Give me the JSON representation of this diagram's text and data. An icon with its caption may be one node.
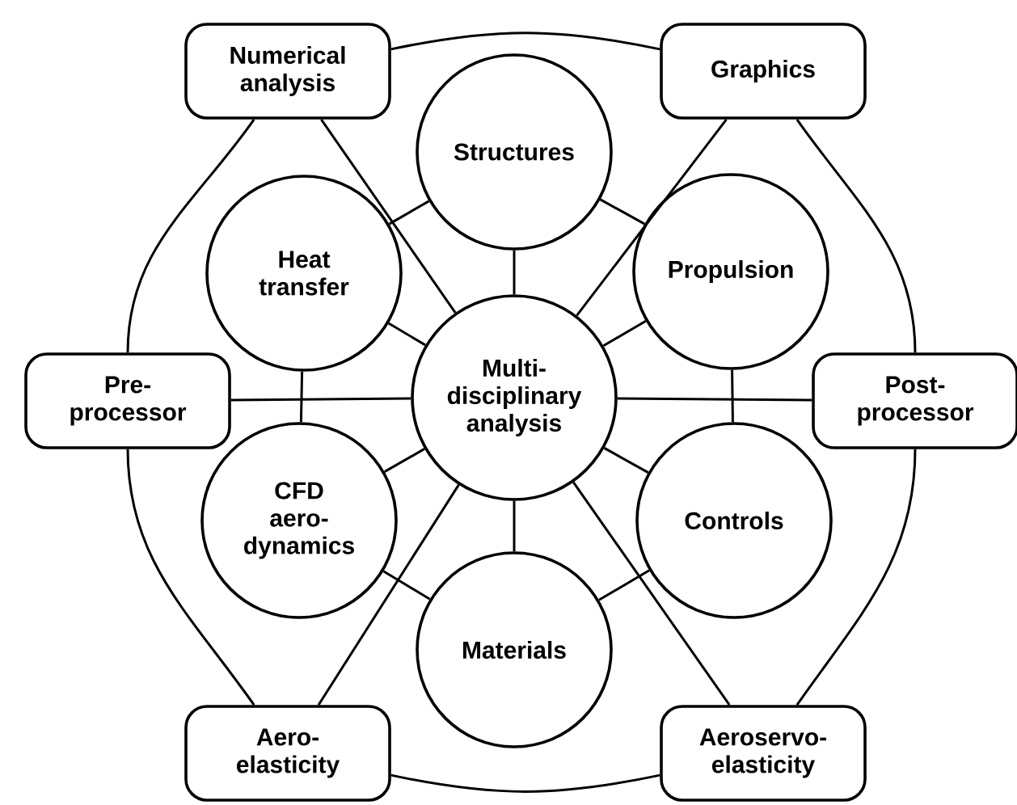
{
  "diagram": {
    "nodes": [
      {
        "text": [
          "Numerical analysis"
        ]
      },
      {
        "text": [
          "Graphics"
        ]
      },
      {
        "text": [
          "Structures"
        ]
      },
      {
        "text": [
          "Heat transfer"
        ]
      },
      {
        "text": [
          "Propulsion"
        ]
      },
      {
        "text": [
          "Pre-processor"
        ]
      },
      {
        "text": [
          "Multi-disciplinary analysis"
        ]
      },
      {
        "text": [
          "Post-processor"
        ]
      },
      {
        "text": [
          "CFD aero-dynamics"
        ]
      },
      {
        "text": [
          "Controls"
        ]
      },
      {
        "text": [
          "Materials"
        ]
      },
      {
        "text": [
          "Aero-elasticity"
        ]
      },
      {
        "text": [
          "Aeroservo-elasticity"
        ]
      }
    ],
    "edges": [
      {
        "from": 6,
        "to": 2,
        "arrow": "none"
      },
      {
        "from": 6,
        "to": 3,
        "arrow": "none"
      },
      {
        "from": 6,
        "to": 4,
        "arrow": "none"
      },
      {
        "from": 6,
        "to": 8,
        "arrow": "none"
      },
      {
        "from": 6,
        "to": 9,
        "arrow": "none"
      },
      {
        "from": 6,
        "to": 10,
        "arrow": "none"
      },
      {
        "from": 2,
        "to": 3,
        "arrow": "none"
      },
      {
        "from": 2,
        "to": 4,
        "arrow": "none"
      },
      {
        "from": 3,
        "to": 8,
        "arrow": "none"
      },
      {
        "from": 4,
        "to": 9,
        "arrow": "none"
      },
      {
        "from": 8,
        "to": 10,
        "arrow": "none"
      },
      {
        "from": 9,
        "to": 10,
        "arrow": "none"
      },
      {
        "from": 0,
        "to": 6,
        "arrow": "none"
      },
      {
        "from": 1,
        "to": 6,
        "arrow": "none"
      },
      {
        "from": 5,
        "to": 6,
        "arrow": "none"
      },
      {
        "from": 7,
        "to": 6,
        "arrow": "none"
      },
      {
        "from": 11,
        "to": 6,
        "arrow": "none"
      },
      {
        "from": 12,
        "to": 6,
        "arrow": "none"
      },
      {
        "from": 0,
        "to": 1,
        "arrow": "none"
      },
      {
        "from": 0,
        "to": 5,
        "arrow": "none"
      },
      {
        "from": 1,
        "to": 7,
        "arrow": "none"
      },
      {
        "from": 5,
        "to": 11,
        "arrow": "none"
      },
      {
        "from": 7,
        "to": 12,
        "arrow": "none"
      },
      {
        "from": 11,
        "to": 12,
        "arrow": "none"
      }
    ]
  }
}
